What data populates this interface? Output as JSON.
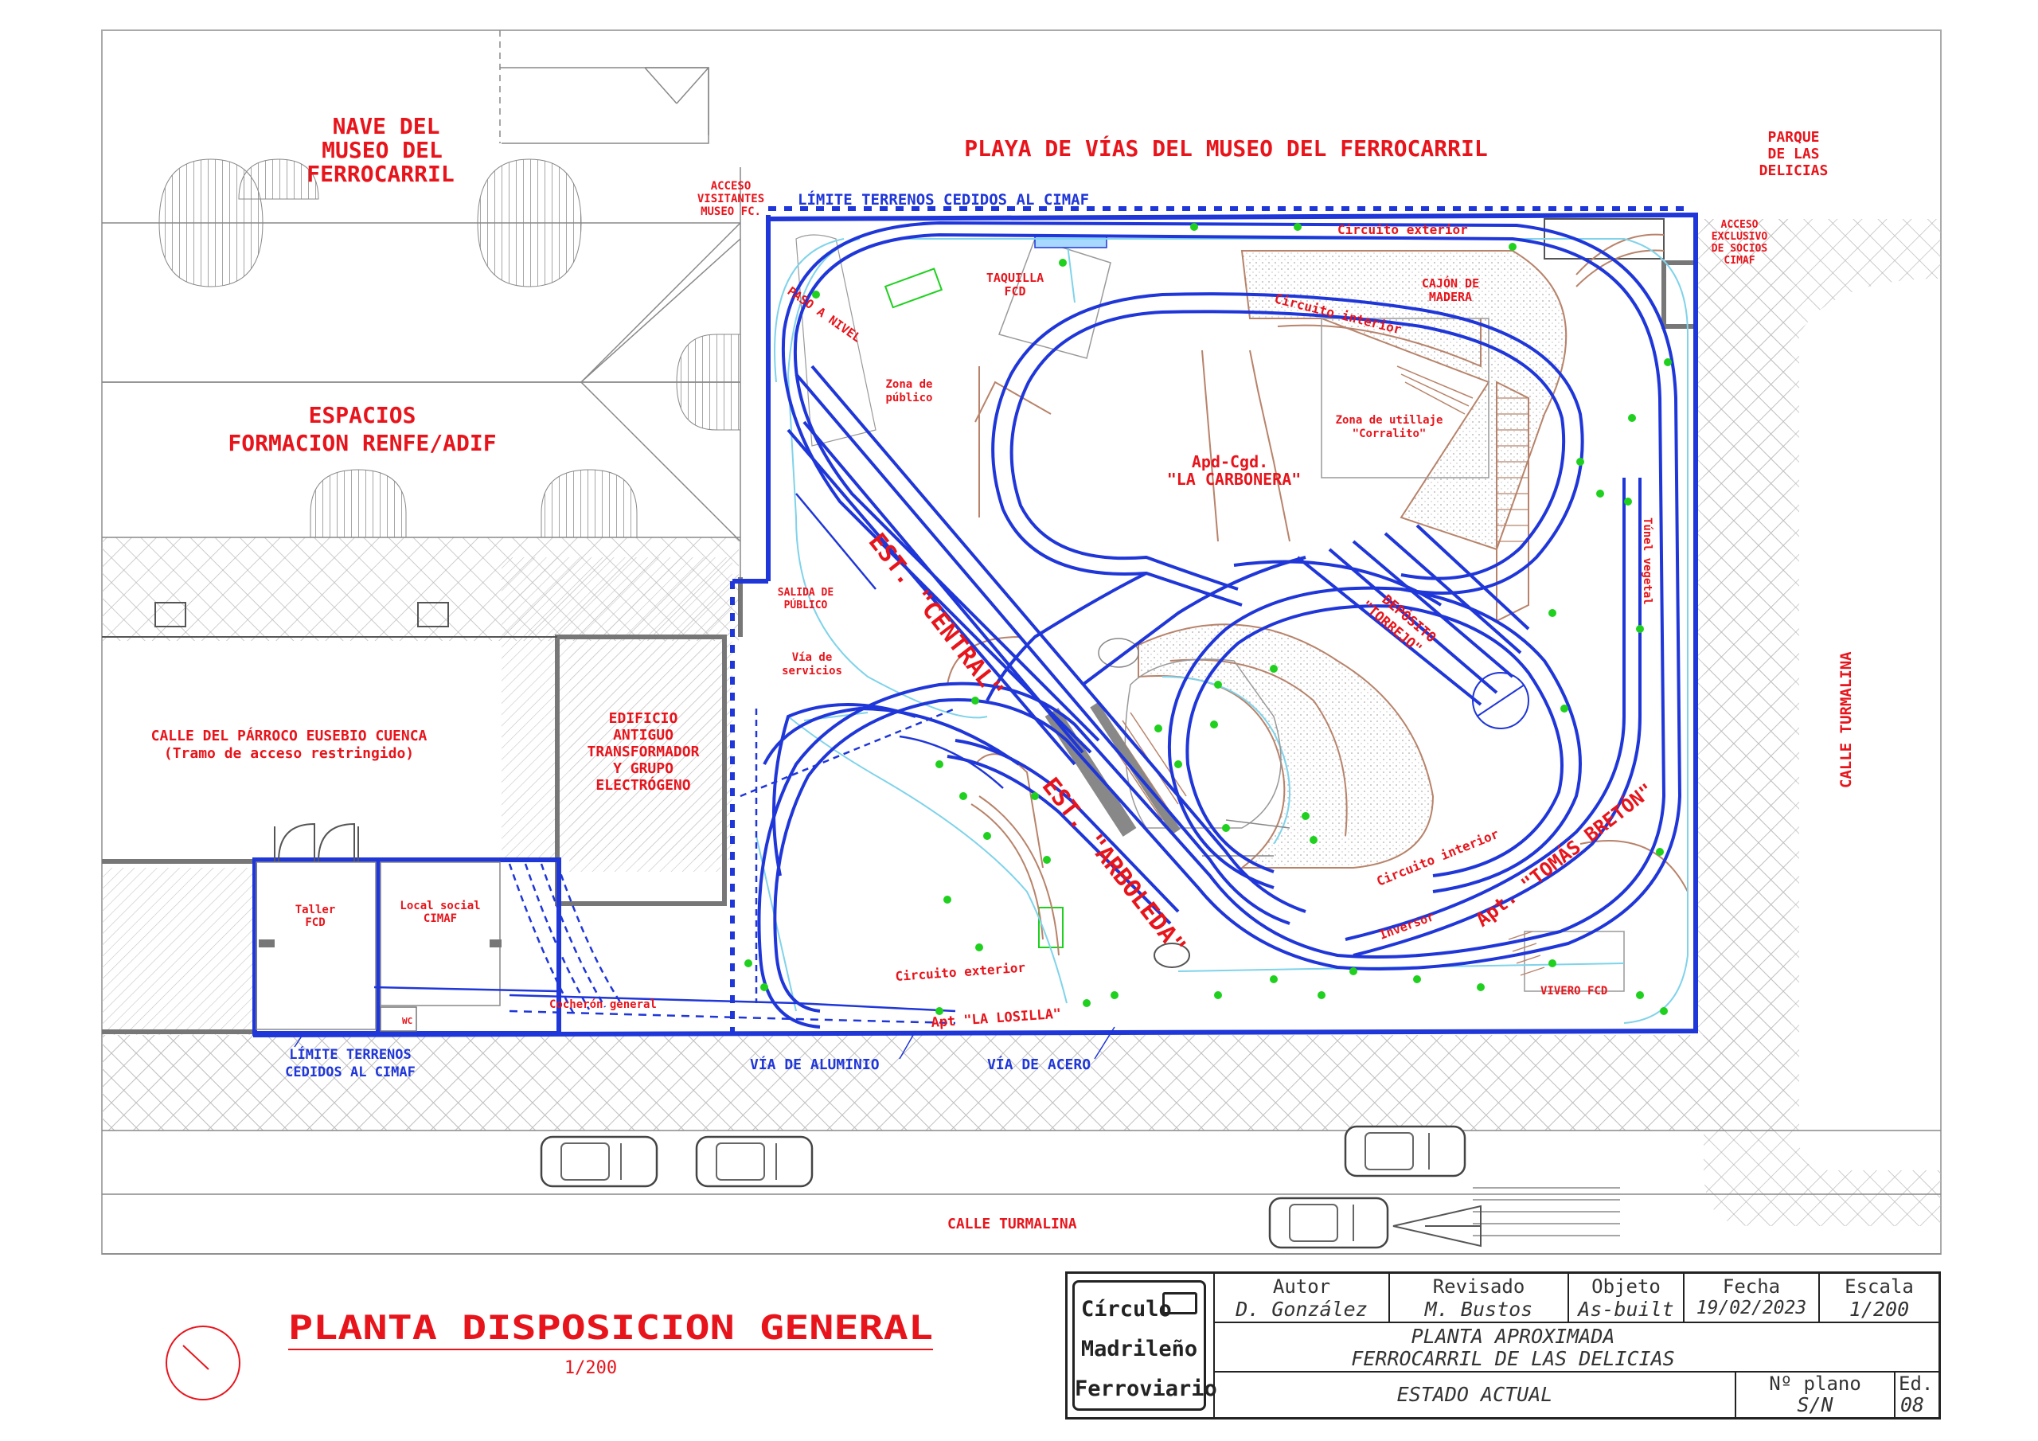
{
  "labels": {
    "nave_museo": [
      "NAVE DEL",
      "MUSEO DEL",
      "FERROCARRIL"
    ],
    "playa_vias": "PLAYA DE VÍAS DEL MUSEO DEL FERROCARRIL",
    "parque_delicias": [
      "PARQUE",
      "DE LAS",
      "DELICIAS"
    ],
    "acceso_visitantes": [
      "ACCESO",
      "VISITANTES",
      "MUSEO FC."
    ],
    "limite_top": "LÍMITE TERRENOS CEDIDOS AL CIMAF",
    "circuito_exterior_top": "Circuito exterior",
    "acceso_socios": [
      "ACCESO",
      "EXCLUSIVO",
      "DE SOCIOS",
      "CIMAF"
    ],
    "taquilla": [
      "TAQUILLA",
      "FCD"
    ],
    "cajon_madera": [
      "CAJÓN DE",
      "MADERA"
    ],
    "paso_nivel": "PASO A NIVEL",
    "circuito_interior_top": "Circuito interior",
    "espacios": [
      "ESPACIOS",
      "FORMACION RENFE/ADIF"
    ],
    "zona_publico": [
      "Zona de",
      "público"
    ],
    "zona_utillaje": [
      "Zona de utillaje",
      "\"Corralito\""
    ],
    "carbonera": [
      "Apd-Cgd.",
      "\"LA CARBONERA\""
    ],
    "tunel_vegetal": "Túnel vegetal",
    "est_central": "EST. \"CENTRAL\"",
    "salida_publico": [
      "SALIDA DE",
      "PÚBLICO"
    ],
    "via_servicios": [
      "Vía de",
      "servicios"
    ],
    "deposito": [
      "DEPÓSITO",
      "\"TORREJO\""
    ],
    "calle_parroco": [
      "CALLE DEL PÁRROCO EUSEBIO CUENCA",
      "(Tramo de acceso restringido)"
    ],
    "edificio": [
      "EDIFICIO",
      "ANTIGUO",
      "TRANSFORMADOR",
      "Y GRUPO",
      "ELECTRÓGENO"
    ],
    "calle_turmalina_right": "CALLE TURMALINA",
    "est_arboleda": "EST. \"ARBOLEDA\"",
    "apt_tomas_breton": "Apt. \"TOMÁS BRETÓN\"",
    "circuito_interior_bottom": "Circuito interior",
    "inversor": "Inversor",
    "taller": [
      "Taller",
      "FCD"
    ],
    "local_social": [
      "Local social",
      "CIMAF"
    ],
    "circuito_exterior_bottom": "Circuito exterior",
    "vivero": "VIVERO FCD",
    "cocheron": "Cocherón general",
    "wc": "WC",
    "apt_losilla": "Apt \"LA LOSILLA\"",
    "limite_bottom": [
      "LÍMITE TERRENOS",
      "CEDIDOS AL CIMAF"
    ],
    "via_aluminio": "VÍA DE ALUMINIO",
    "via_acero": "VÍA DE ACERO",
    "calle_turmalina_bottom": "CALLE TURMALINA"
  },
  "title": {
    "main": "PLANTA DISPOSICION GENERAL",
    "scale": "1/200"
  },
  "title_block": {
    "logo": [
      "Círculo",
      "Madrileño",
      "Ferroviario"
    ],
    "autor_head": "Autor",
    "autor_val": "D. González",
    "revisado_head": "Revisado",
    "revisado_val": "M. Bustos",
    "objeto_head": "Objeto",
    "objeto_val": "As-built",
    "fecha_head": "Fecha",
    "fecha_val": "19/02/2023",
    "escala_head": "Escala",
    "escala_val": "1/200",
    "desc_line1": "PLANTA APROXIMADA",
    "desc_line2": "FERROCARRIL DE LAS DELICIAS",
    "estado": "ESTADO ACTUAL",
    "plano_head": "Nº plano",
    "plano_val": "S/N",
    "ed_head": "Ed.",
    "ed_val": "08"
  },
  "colors": {
    "label_red": "#e8141b",
    "track_blue": "#1f36d9"
  }
}
